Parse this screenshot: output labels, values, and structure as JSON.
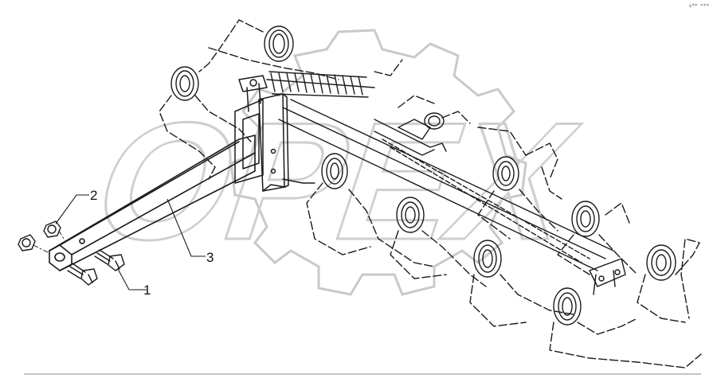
{
  "drawing": {
    "corner_code": "s** ***",
    "watermark_text": "OPEX",
    "callouts": [
      {
        "id": "1",
        "label": "1"
      },
      {
        "id": "2",
        "label": "2"
      },
      {
        "id": "3",
        "label": "3"
      }
    ]
  },
  "colors": {
    "line": "#1a1a1a",
    "watermark": "#d9d9d9",
    "watermark_stroke": "#c8c8c8"
  }
}
